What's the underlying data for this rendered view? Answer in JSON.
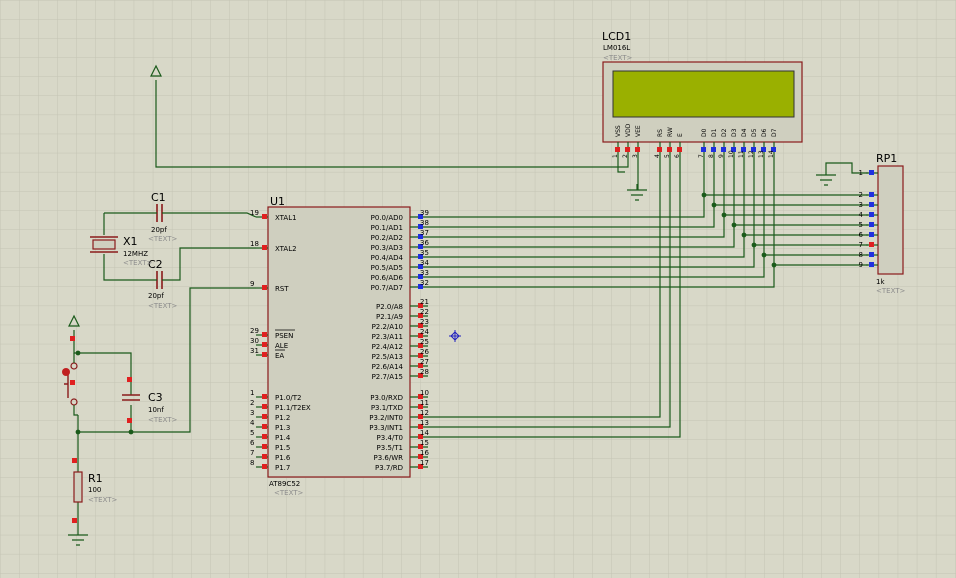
{
  "app": {
    "name": "Proteus ISIS schematic editor"
  },
  "colors": {
    "background": "#d8d8c8",
    "grid": "#c6c6b6",
    "wire": "#1a5a1a",
    "component_outline": "#8a1b1b",
    "chip_fill": "#cfcfbf",
    "lcd_screen": "#9ab000",
    "pin_red": "#e02020",
    "pin_blue": "#2030e0",
    "text": "#000000",
    "placeholder_text": "#8c8c8c",
    "cursor": "#2020c0"
  },
  "mcu": {
    "ref": "U1",
    "part": "AT89C52",
    "text_field": "<TEXT>",
    "left_pins": [
      {
        "num": "19",
        "name": "XTAL1"
      },
      {
        "num": "18",
        "name": "XTAL2"
      },
      {
        "num": "9",
        "name": "RST"
      },
      {
        "num": "29",
        "name": "PSEN"
      },
      {
        "num": "30",
        "name": "ALE"
      },
      {
        "num": "31",
        "name": "EA"
      },
      {
        "num": "1",
        "name": "P1.0/T2"
      },
      {
        "num": "2",
        "name": "P1.1/T2EX"
      },
      {
        "num": "3",
        "name": "P1.2"
      },
      {
        "num": "4",
        "name": "P1.3"
      },
      {
        "num": "5",
        "name": "P1.4"
      },
      {
        "num": "6",
        "name": "P1.5"
      },
      {
        "num": "7",
        "name": "P1.6"
      },
      {
        "num": "8",
        "name": "P1.7"
      }
    ],
    "right_pins": [
      {
        "num": "39",
        "name": "P0.0/AD0"
      },
      {
        "num": "38",
        "name": "P0.1/AD1"
      },
      {
        "num": "37",
        "name": "P0.2/AD2"
      },
      {
        "num": "36",
        "name": "P0.3/AD3"
      },
      {
        "num": "35",
        "name": "P0.4/AD4"
      },
      {
        "num": "34",
        "name": "P0.5/AD5"
      },
      {
        "num": "33",
        "name": "P0.6/AD6"
      },
      {
        "num": "32",
        "name": "P0.7/AD7"
      },
      {
        "num": "21",
        "name": "P2.0/A8"
      },
      {
        "num": "22",
        "name": "P2.1/A9"
      },
      {
        "num": "23",
        "name": "P2.2/A10"
      },
      {
        "num": "24",
        "name": "P2.3/A11"
      },
      {
        "num": "25",
        "name": "P2.4/A12"
      },
      {
        "num": "26",
        "name": "P2.5/A13"
      },
      {
        "num": "27",
        "name": "P2.6/A14"
      },
      {
        "num": "28",
        "name": "P2.7/A15"
      },
      {
        "num": "10",
        "name": "P3.0/RXD"
      },
      {
        "num": "11",
        "name": "P3.1/TXD"
      },
      {
        "num": "12",
        "name": "P3.2/INT0"
      },
      {
        "num": "13",
        "name": "P3.3/INT1"
      },
      {
        "num": "14",
        "name": "P3.4/T0"
      },
      {
        "num": "15",
        "name": "P3.5/T1"
      },
      {
        "num": "16",
        "name": "P3.6/WR"
      },
      {
        "num": "17",
        "name": "P3.7/RD"
      }
    ]
  },
  "lcd": {
    "ref": "LCD1",
    "part": "LM016L",
    "text_field": "<TEXT>",
    "pins": [
      {
        "num": "1",
        "name": "VSS"
      },
      {
        "num": "2",
        "name": "VDD"
      },
      {
        "num": "3",
        "name": "VEE"
      },
      {
        "num": "4",
        "name": "RS"
      },
      {
        "num": "5",
        "name": "RW"
      },
      {
        "num": "6",
        "name": "E"
      },
      {
        "num": "7",
        "name": "D0"
      },
      {
        "num": "8",
        "name": "D1"
      },
      {
        "num": "9",
        "name": "D2"
      },
      {
        "num": "10",
        "name": "D3"
      },
      {
        "num": "11",
        "name": "D4"
      },
      {
        "num": "12",
        "name": "D5"
      },
      {
        "num": "13",
        "name": "D6"
      },
      {
        "num": "14",
        "name": "D7"
      }
    ]
  },
  "resistor_pack": {
    "ref": "RP1",
    "value": "1k",
    "text_field": "<TEXT>",
    "pins": [
      "1",
      "2",
      "3",
      "4",
      "5",
      "6",
      "7",
      "8",
      "9"
    ]
  },
  "c1": {
    "ref": "C1",
    "value": "20pf",
    "text_field": "<TEXT>"
  },
  "c2": {
    "ref": "C2",
    "value": "20pf",
    "text_field": "<TEXT>"
  },
  "c3": {
    "ref": "C3",
    "value": "10nf",
    "text_field": "<TEXT>"
  },
  "x1": {
    "ref": "X1",
    "value": "12MHZ",
    "text_field": "<TEXT>"
  },
  "r1": {
    "ref": "R1",
    "value": "100",
    "text_field": "<TEXT>"
  }
}
